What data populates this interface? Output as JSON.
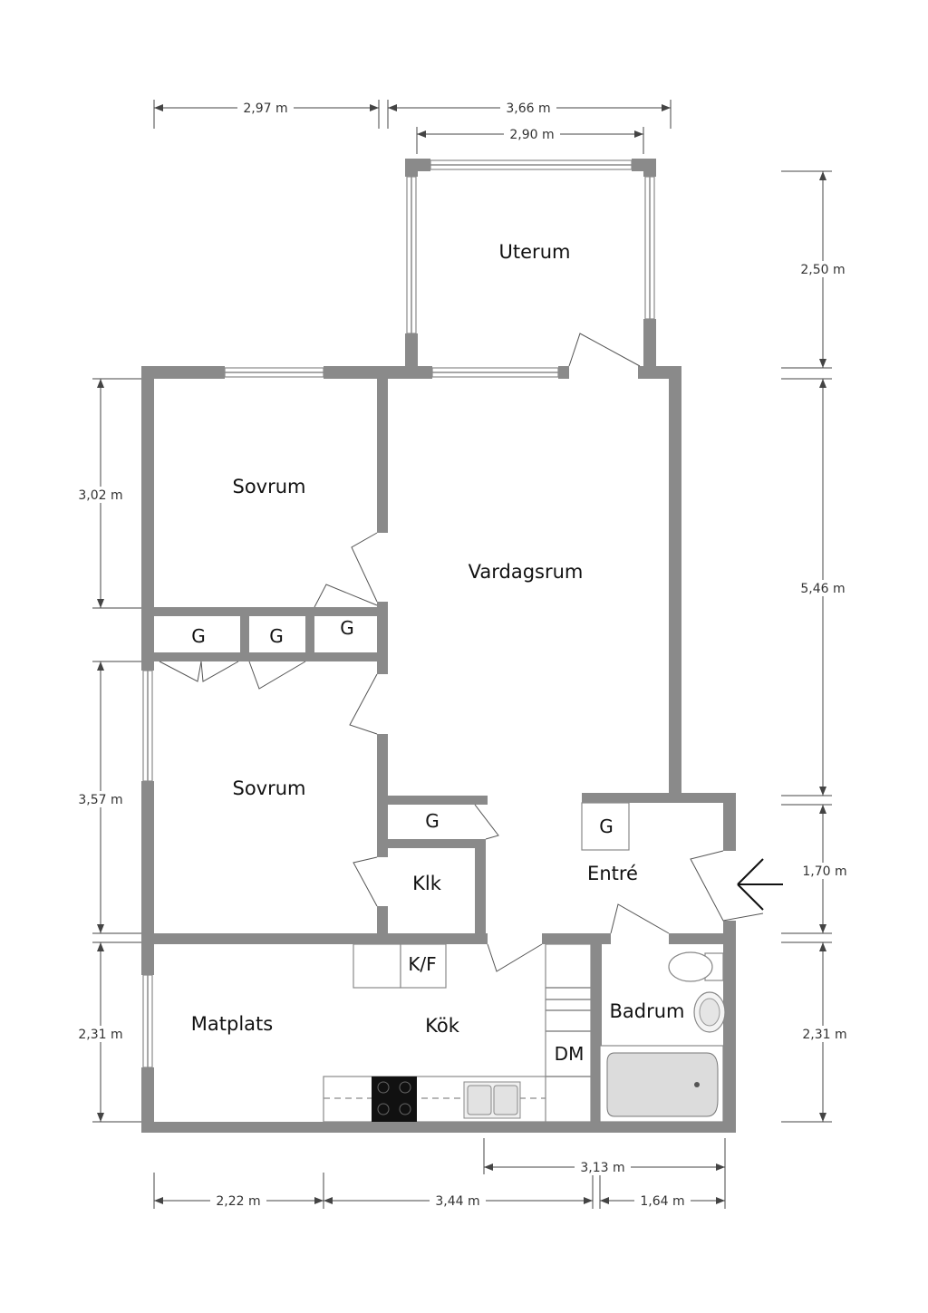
{
  "rooms": {
    "uterum": "Uterum",
    "sovrum_top": "Sovrum",
    "vardagsrum": "Vardagsrum",
    "sovrum_bottom": "Sovrum",
    "entre": "Entré",
    "klk": "Klk",
    "matplats": "Matplats",
    "kok": "Kök",
    "badrum": "Badrum"
  },
  "closets": {
    "g1": "G",
    "g2": "G",
    "g3": "G",
    "g4": "G",
    "g5": "G"
  },
  "appliances": {
    "kf": "K/F",
    "dm": "DM"
  },
  "dimensions": {
    "top_left": "2,97 m",
    "top_right": "3,66 m",
    "top_uterum": "2,90 m",
    "right_uterum": "2,50 m",
    "right_main": "5,46 m",
    "right_entre": "1,70 m",
    "right_bottom": "2,31 m",
    "left_top": "3,02 m",
    "left_mid": "3,57 m",
    "left_bottom": "2,31 m",
    "bottom_right_total": "3,13 m",
    "bottom_1": "2,22 m",
    "bottom_2": "3,44 m",
    "bottom_3": "1,64 m"
  },
  "colors": {
    "wall": "#8a8a8a",
    "text": "#111111"
  }
}
